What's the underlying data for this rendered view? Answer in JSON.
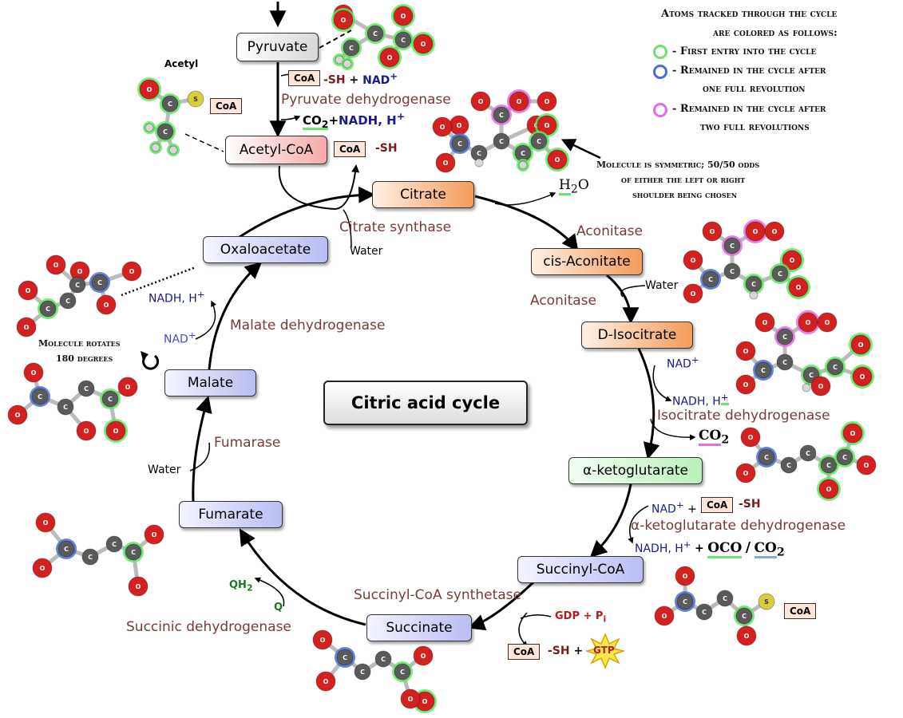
{
  "diagram_title": "Citric acid cycle",
  "metabolites": {
    "pyruvate": "Pyruvate",
    "acetyl_coa": "Acetyl-CoA",
    "citrate": "Citrate",
    "cis_aconitate": "cis-Aconitate",
    "isocitrate": "D-Isocitrate",
    "aketoglutarate": "α-ketoglutarate",
    "succinyl_coa": "Succinyl-CoA",
    "succinate": "Succinate",
    "fumarate": "Fumarate",
    "malate": "Malate",
    "oxaloacetate": "Oxaloacetate"
  },
  "enzymes": {
    "pyruvate_dh": "Pyruvate dehydrogenase",
    "citrate_synthase": "Citrate synthase",
    "aconitase_1": "Aconitase",
    "aconitase_2": "Aconitase",
    "isocitrate_dh": "Isocitrate dehydrogenase",
    "akg_dh": "α-ketoglutarate dehydrogenase",
    "succinyl_coa_synthetase": "Succinyl-CoA synthetase",
    "succinic_dh": "Succinic dehydrogenase",
    "fumarase": "Fumarase",
    "malate_dh": "Malate dehydrogenase"
  },
  "cofactors": {
    "coa": "CoA",
    "sh": "-SH",
    "plus": "+",
    "nad": "NAD",
    "nad_plus": "+",
    "nadh_h": "NADH, H",
    "co2": "CO",
    "two": "2",
    "water": "Water",
    "h2o_h": "H",
    "h2o_o": "O",
    "gdp_pi": "GDP + P",
    "i": "i",
    "gtp": "GTP",
    "qh2": "QH",
    "q": "Q",
    "oco": "OCO",
    "slash": "/",
    "acetyl": "Acetyl",
    "s": "S"
  },
  "legend": {
    "line1": "Atoms tracked through the cycle",
    "line2": "are colored as follows:",
    "green": "- First entry into the cycle",
    "blue": "- Remained in the cycle after",
    "blue2": "one full revolution",
    "pink": "- Remained in the cycle after",
    "pink2": "two full revolutions"
  },
  "notes": {
    "symmetric1": "Molecule is symmetric; 50/50 odds",
    "symmetric2": "of either the left or right",
    "symmetric3": "shoulder being chosen",
    "rotates1": "Molecule rotates",
    "rotates2": "180 degrees"
  },
  "colors": {
    "oxygen": "#d4201e",
    "carbon": "#5a5a5a",
    "hydrogen": "#d8d8d8",
    "sulfur": "#d6cf3a",
    "first_entry": "#5fe65f",
    "one_rev": "#4a6cd8",
    "two_rev": "#e36be3",
    "enzyme_text": "#7a3a3a",
    "nad_text": "#1a1a8a"
  }
}
